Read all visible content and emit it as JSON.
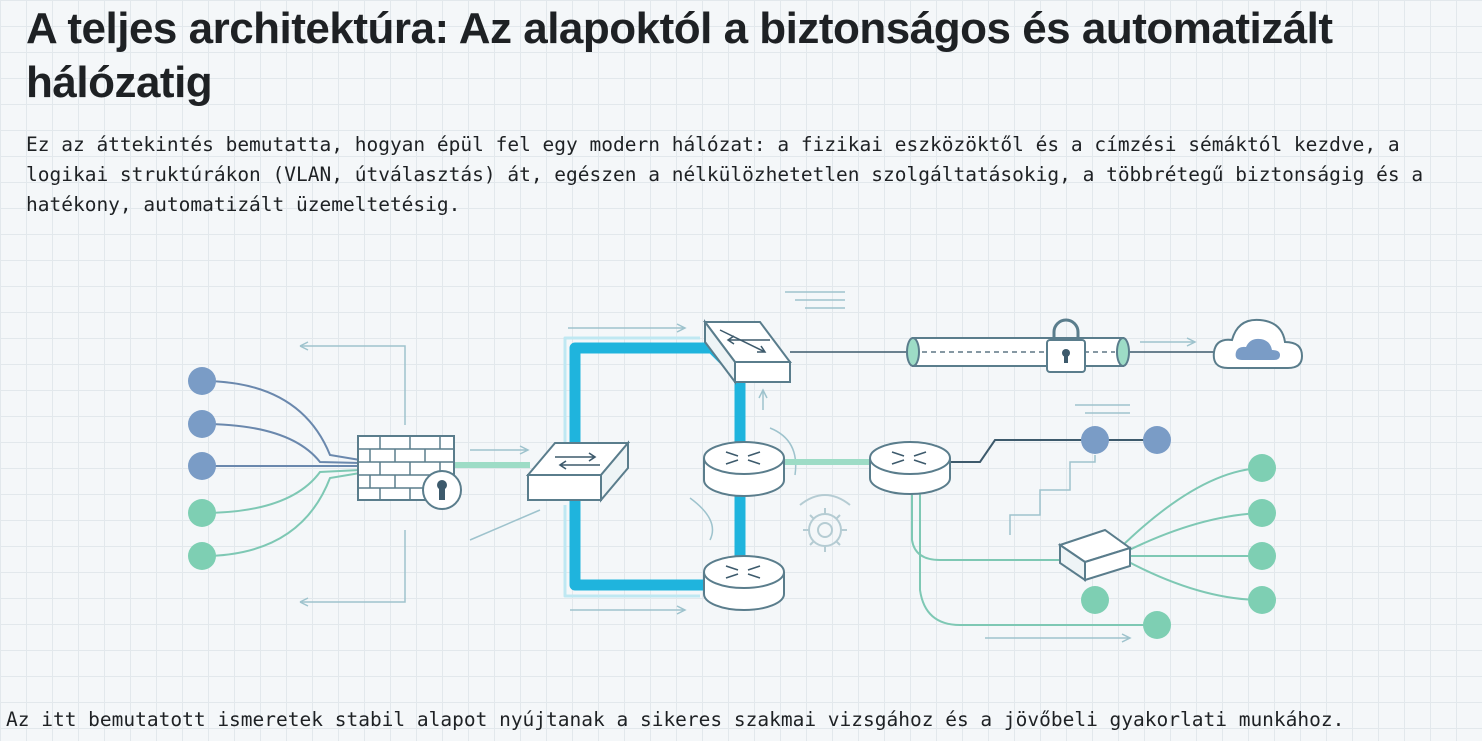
{
  "title": "A teljes architektúra: Az alapoktól a biztonságos és automatizált hálózatig",
  "intro": "Ez az áttekintés bemutatta, hogyan épül fel egy modern hálózat: a fizikai eszközöktől és a címzési sémáktól kezdve, a logikai struktúrákon (VLAN, útválasztás) át, egészen a nélkülözhetetlen szolgáltatásokig, a többrétegű biztonságig és a hatékony, automatizált üzemeltetésig.",
  "outro": "Az itt bemutatott ismeretek stabil alapot nyújtanak a sikeres szakmai vizsgához és a jövőbeli gyakorlati munkához.",
  "colors": {
    "blue_node": "#7a9cc6",
    "green_node": "#7ecfb3",
    "link_blue": "#1fb4dd",
    "line_gray": "#3d5a6c",
    "device_stroke": "#5a7d8c",
    "trunk_green": "#9ddcc6"
  },
  "icons": [
    "firewall-icon",
    "lock-icon",
    "switch-icon",
    "router-icon",
    "gear-icon",
    "vpn-tunnel-icon",
    "cloud-icon",
    "wireless-ap-icon"
  ]
}
